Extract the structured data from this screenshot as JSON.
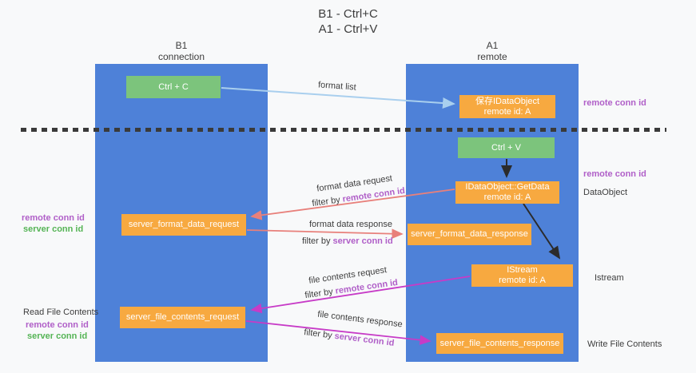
{
  "title": {
    "line1": "B1 - Ctrl+C",
    "line2": "A1 - Ctrl+V"
  },
  "lanes": {
    "left": {
      "header_line1": "B1",
      "header_line2": "connection"
    },
    "right": {
      "header_line1": "A1",
      "header_line2": "remote"
    }
  },
  "boxes": {
    "ctrl_c": "Ctrl + C",
    "ctrl_v": "Ctrl + V",
    "save_idataobject": {
      "line1": "保存IDataObject",
      "line2": "remote id: A"
    },
    "getdata": {
      "line1": "IDataObject::GetData",
      "line2": "remote id: A"
    },
    "istream": {
      "line1": "IStream",
      "line2": "remote id: A"
    },
    "format_request": "server_format_data_request",
    "format_response": "server_format_data_response",
    "file_request": "server_file_contents_request",
    "file_response": "server_file_contents_response"
  },
  "flow_labels": {
    "format_list": "format list",
    "format_data_request": "format data request",
    "format_data_response": "format data response",
    "file_contents_request": "file contents request",
    "file_contents_response": "file contents response",
    "filter_by": "filter by ",
    "remote_conn_id": "remote conn id",
    "server_conn_id": "server conn id"
  },
  "side_labels": {
    "remote_conn_id_top_right": "remote conn id",
    "remote_conn_id_mid_right": "remote conn id",
    "dataobject": "DataObject",
    "istream": "Istream",
    "write_file_contents": "Write File Contents",
    "read_file_contents": "Read File Contents",
    "remote_conn_id_left1": "remote conn id",
    "server_conn_id_left1": "server conn id",
    "remote_conn_id_left2": "remote conn id",
    "server_conn_id_left2": "server conn id"
  },
  "colors": {
    "lane_blue": "#4e81d8",
    "box_orange": "#f7a940",
    "box_green": "#7cc47c",
    "label_purple": "#b05fc8",
    "label_green": "#55b455",
    "arrow_lightblue": "#a9cfee",
    "arrow_salmon": "#e8807b",
    "arrow_magenta": "#c73bc7",
    "arrow_black": "#2b2b2b",
    "divider_black": "#3a3a3a"
  }
}
